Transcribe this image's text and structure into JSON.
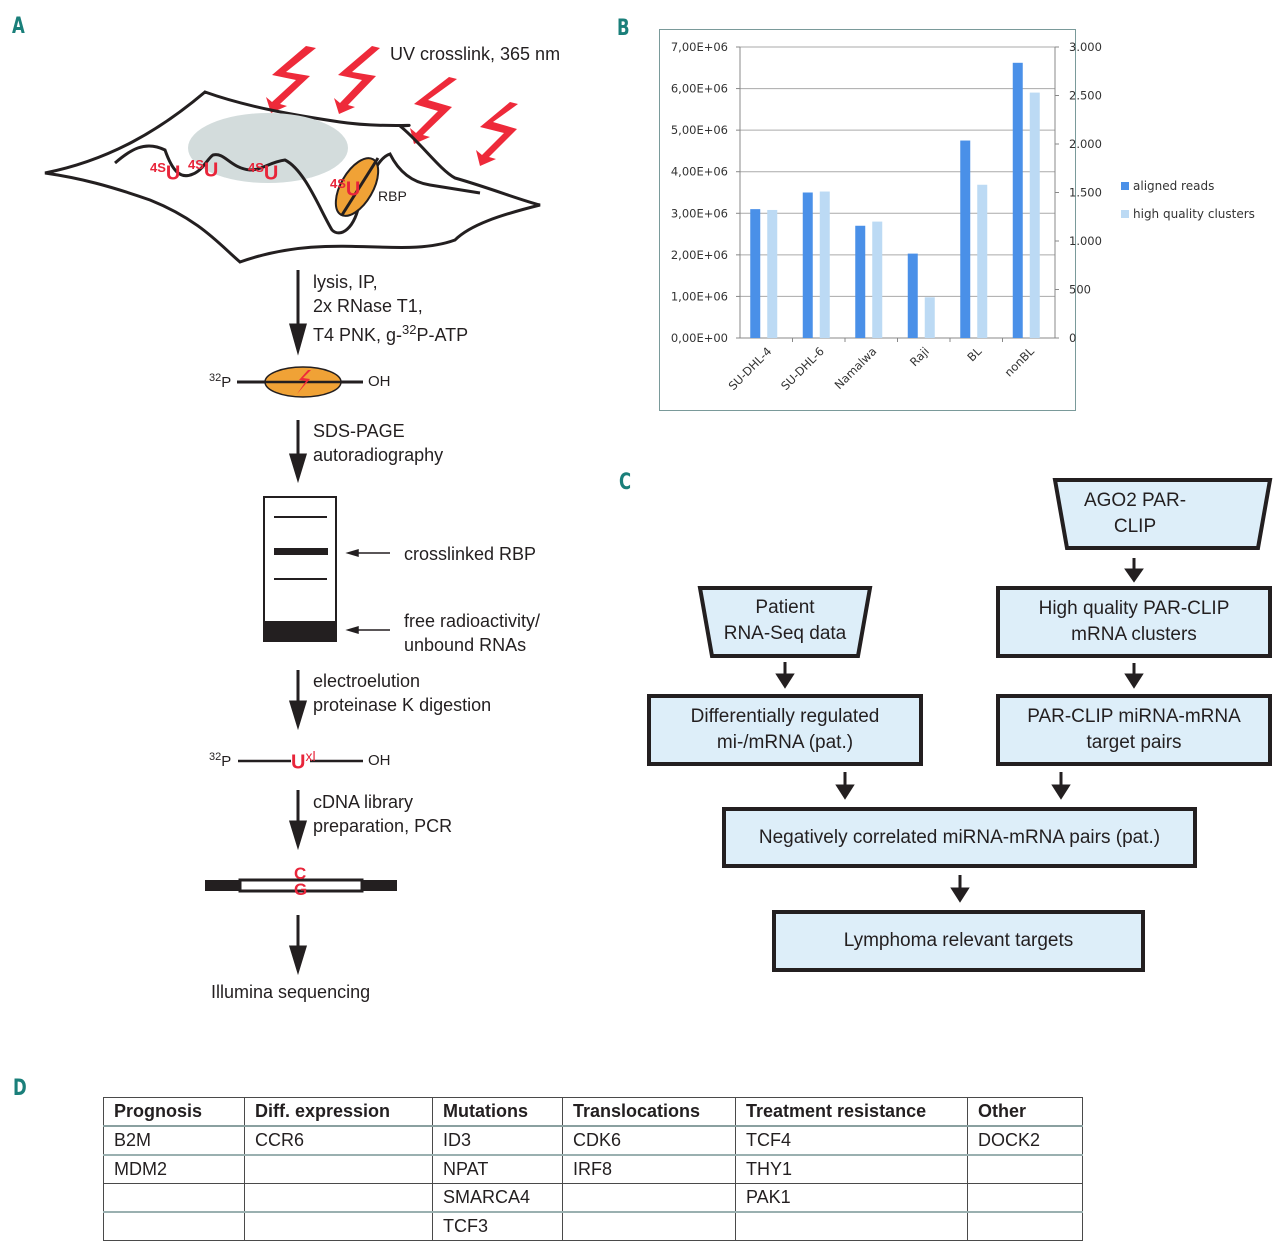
{
  "panels": {
    "a": "A",
    "b": "B",
    "c": "C",
    "d": "D"
  },
  "panelA": {
    "uv_label": "UV crosslink, 365 nm",
    "su_prefix": "4S",
    "su_letter": "U",
    "rbp_label": "RBP",
    "step1": {
      "line1": "lysis, IP,",
      "line2": "2x RNase T1,",
      "line3_pre": "T4 PNK, g-",
      "line3_sup": "32",
      "line3_post": "P-ATP"
    },
    "p32_sup": "32",
    "p32_letter": "P",
    "oh_label": "OH",
    "step2": {
      "line1": "SDS-PAGE",
      "line2": "autoradiography"
    },
    "gel_label1": "crosslinked RBP",
    "gel_label2_line1": "free radioactivity/",
    "gel_label2_line2": "unbound RNAs",
    "step3": {
      "line1": "electroelution",
      "line2": "proteinase K digestion"
    },
    "uxl_letter": "U",
    "uxl_sup": "xl",
    "step4": {
      "line1": "cDNA library",
      "line2": "preparation, PCR"
    },
    "c_letter": "C",
    "g_letter": "G",
    "final_label": "Illumina sequencing"
  },
  "panelC": {
    "ago2": {
      "line1": "AGO2 PAR-",
      "line2": "CLIP"
    },
    "patient": {
      "line1": "Patient",
      "line2": "RNA-Seq data"
    },
    "hq": {
      "line1": "High quality PAR-CLIP",
      "line2": "mRNA clusters"
    },
    "diff": {
      "line1": "Differentially regulated",
      "line2": "mi-/mRNA  (pat.)"
    },
    "parclip": {
      "line1": "PAR-CLIP miRNA-mRNA",
      "line2": "target pairs"
    },
    "neg": "Negatively correlated miRNA-mRNA  pairs (pat.)",
    "lymphoma": "Lymphoma relevant targets"
  },
  "table": {
    "headers": [
      "Prognosis",
      "Diff. expression",
      "Mutations",
      "Translocations",
      "Treatment resistance",
      "Other"
    ],
    "rows": [
      [
        "B2M",
        "CCR6",
        "ID3",
        "CDK6",
        "TCF4",
        "DOCK2"
      ],
      [
        "MDM2",
        "",
        "NPAT",
        "IRF8",
        "THY1",
        ""
      ],
      [
        "",
        "",
        "SMARCA4",
        "",
        "PAK1",
        ""
      ],
      [
        "",
        "",
        "TCF3",
        "",
        "",
        ""
      ]
    ]
  },
  "chart_data": {
    "type": "bar",
    "title": "",
    "categories": [
      "SU-DHL-4",
      "SU-DHL-6",
      "Namalwa",
      "Raji",
      "BL",
      "nonBL"
    ],
    "series": [
      {
        "name": "aligned reads",
        "axis": "left",
        "color": "#4a90e8",
        "values": [
          3100000,
          3500000,
          2700000,
          2030000,
          4750000,
          6620000
        ]
      },
      {
        "name": "high quality clusters",
        "axis": "right",
        "color": "#bcdaf4",
        "values": [
          1320,
          1510,
          1200,
          420,
          1580,
          2530
        ]
      }
    ],
    "y_left": {
      "range": [
        0,
        7000000
      ],
      "ticks": [
        "0,00E+00",
        "1,00E+06",
        "2,00E+06",
        "3,00E+06",
        "4,00E+06",
        "5,00E+06",
        "6,00E+06",
        "7,00E+06"
      ]
    },
    "y_right": {
      "range": [
        0,
        3000
      ],
      "ticks": [
        "0",
        "500",
        "1.000",
        "1.500",
        "2.000",
        "2.500",
        "3.000"
      ]
    },
    "grid": true,
    "legend": "right"
  }
}
